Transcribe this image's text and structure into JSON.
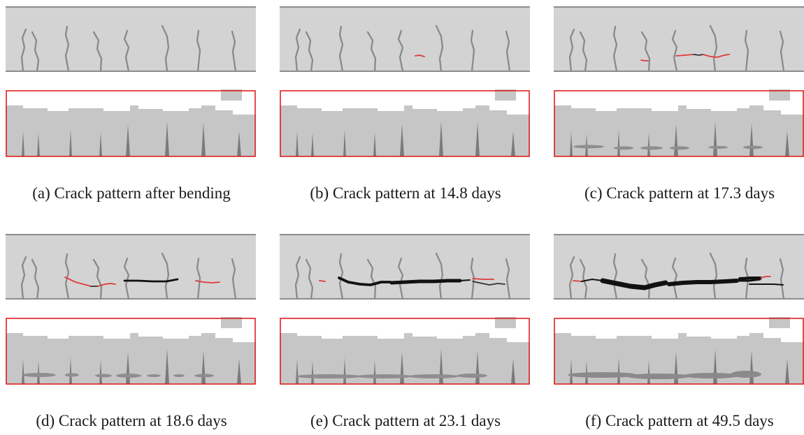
{
  "figure": {
    "panels": [
      {
        "caption": "(a) Crack pattern after bending"
      },
      {
        "caption": "(b) Crack pattern at 14.8 days"
      },
      {
        "caption": "(c) Crack pattern at 17.3 days"
      },
      {
        "caption": "(d) Crack pattern at 18.6 days"
      },
      {
        "caption": "(e) Crack pattern at 23.1 days"
      },
      {
        "caption": "(f) Crack pattern at 49.5 days"
      }
    ]
  },
  "colors": {
    "beam": "#d3d3d3",
    "beam_edge": "#8c8c8c",
    "flexural_crack": "#8a8a8a",
    "new_crack": "#e03a3a",
    "wide_crack": "#111111",
    "section_border": "#e02020",
    "section_fill": "#c6c6c6"
  }
}
